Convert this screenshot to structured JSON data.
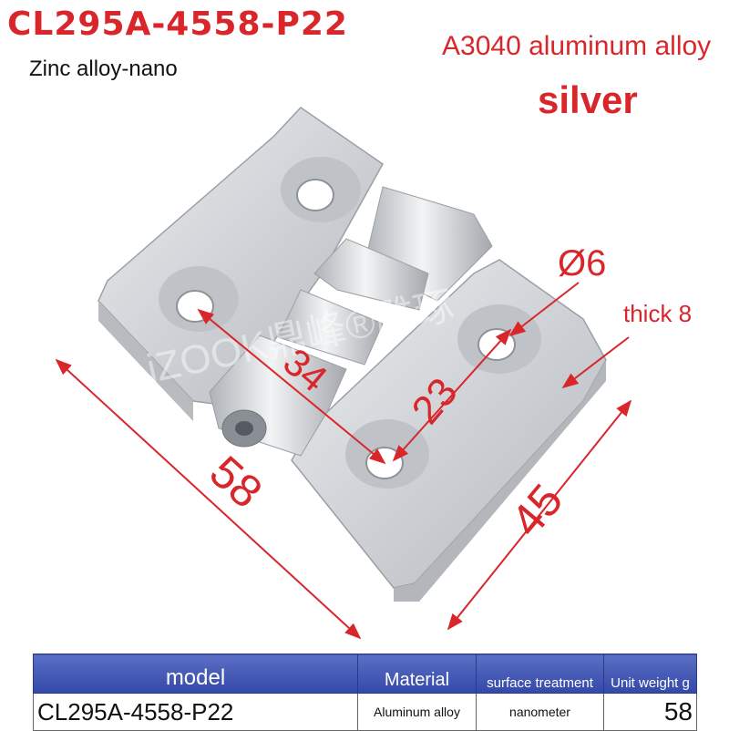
{
  "header": {
    "model_code": "CL295A-4558-P22",
    "subtitle": "Zinc alloy-nano",
    "material_note": "A3040 aluminum alloy",
    "color_note": "silver"
  },
  "dimensions": {
    "hole_diameter": "Ø6",
    "thickness": "thick 8",
    "diagonal": "34",
    "hole_spacing": "23",
    "length": "58",
    "width": "45"
  },
  "watermark": "iZOOK鼎峰®雕琢",
  "spec_table": {
    "headers": [
      "model",
      "Material",
      "surface treatment",
      "Unit weight g"
    ],
    "row": [
      "CL295A-4558-P22",
      "Aluminum alloy",
      "nanometer",
      "58"
    ]
  },
  "colors": {
    "accent_red": "#d9262b",
    "table_header_blue": "#3448a8",
    "metal_silver": "#c9ccd0"
  }
}
